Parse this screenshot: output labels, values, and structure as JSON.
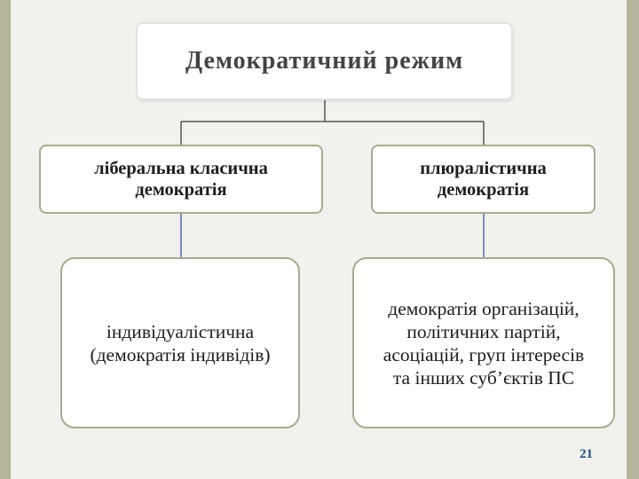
{
  "diagram": {
    "root": {
      "label": "Демократичний режим"
    },
    "branches": [
      {
        "label": "ліберальна класична демократія",
        "child": "індивідуалістична (демократія індивідів)"
      },
      {
        "label": "плюралістична демократія",
        "child": "демократія організацій, політичних партій, асоціацій, груп інтересів та інших суб’єктів ПС"
      }
    ]
  },
  "page_number": "21",
  "colors": {
    "background": "#f1f2ed",
    "frame": "#b4b59a",
    "root_to_branch_connector": "#555555",
    "branch_to_child_connector": "#4a6fa5",
    "page_number": "#1f4f86"
  }
}
